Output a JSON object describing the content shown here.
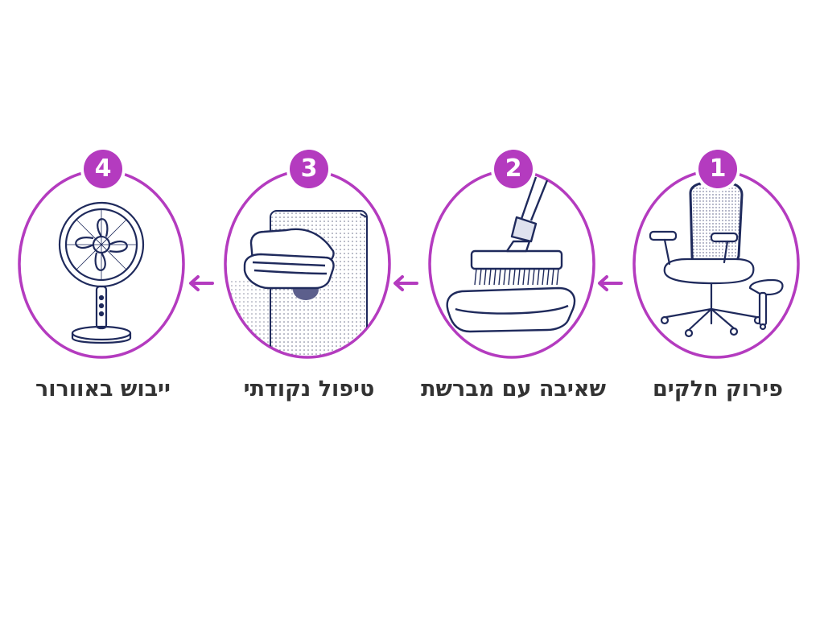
{
  "colors": {
    "accent": "#b43bbf",
    "ink": "#1f2a5c",
    "text": "#333333"
  },
  "steps": [
    {
      "number": "1",
      "label": "פירוק חלקים",
      "icon": "office-chair-icon"
    },
    {
      "number": "2",
      "label": "שאיבה עם מברשת",
      "icon": "vacuum-brush-icon"
    },
    {
      "number": "3",
      "label": "טיפול נקודתי",
      "icon": "cloth-spot-icon"
    },
    {
      "number": "4",
      "label": "ייבוש באוורור",
      "icon": "fan-icon"
    }
  ]
}
